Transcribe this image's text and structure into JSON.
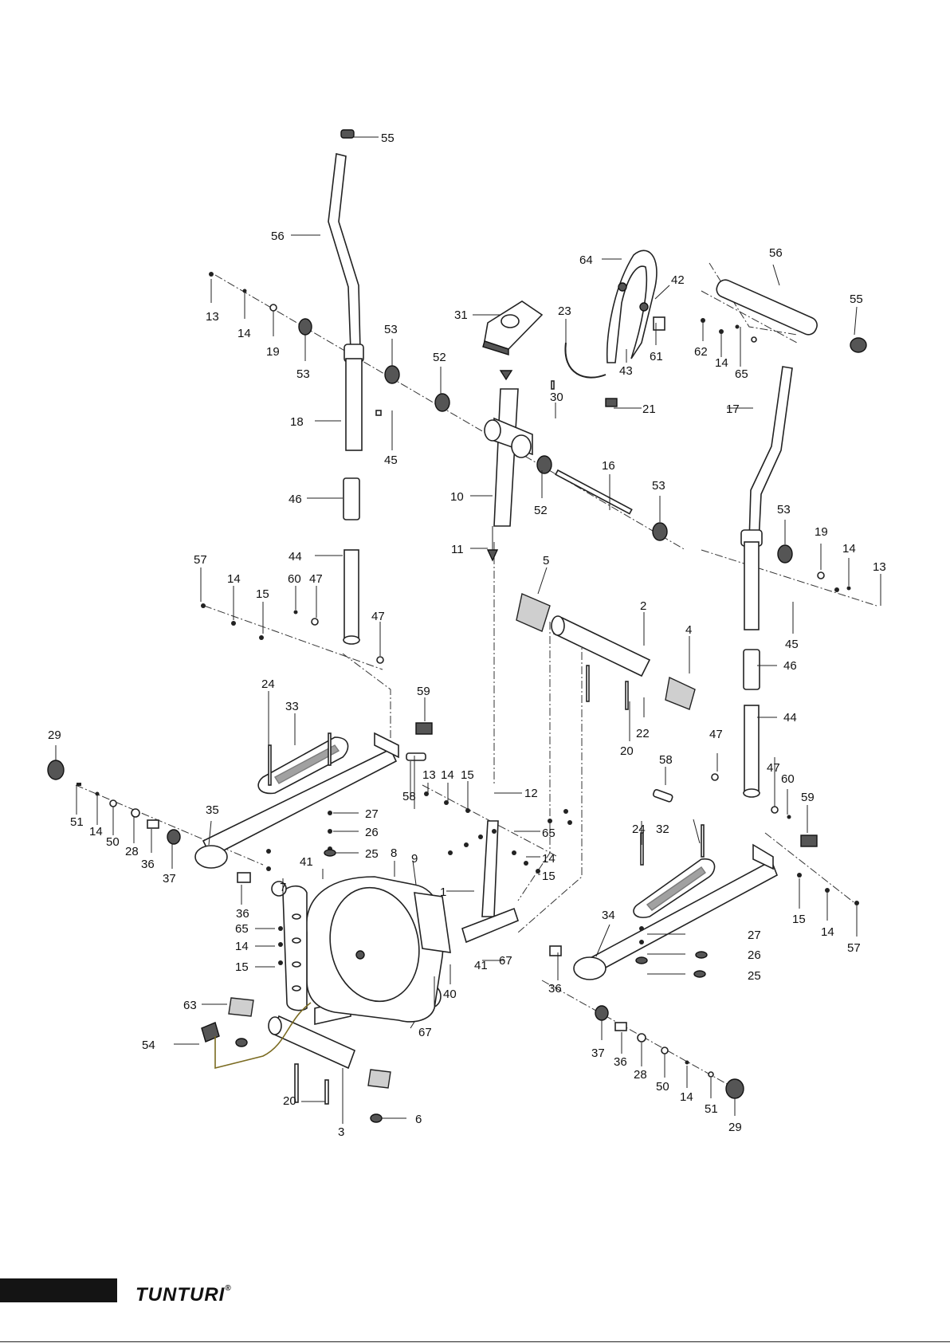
{
  "footer": {
    "brand": "TUNTURI",
    "brand_mark": "®"
  },
  "callouts": {
    "c55a": "55",
    "c56a": "56",
    "c13a": "13",
    "c14a": "14",
    "c19a": "19",
    "c53a": "53",
    "c53b": "53",
    "c52a": "52",
    "c31": "31",
    "c23": "23",
    "c64": "64",
    "c42": "42",
    "c56b": "56",
    "c55b": "55",
    "c61": "61",
    "c62": "62",
    "c14b": "14",
    "c65a": "65",
    "c43": "43",
    "c21": "21",
    "c30": "30",
    "c18": "18",
    "c45a": "45",
    "c17": "17",
    "c46a": "46",
    "c10": "10",
    "c52b": "52",
    "c16": "16",
    "c53c": "53",
    "c53d": "53",
    "c19b": "19",
    "c14c": "14",
    "c13b": "13",
    "c11": "11",
    "c44a": "44",
    "c57a": "57",
    "c14d": "14",
    "c15a": "15",
    "c60a": "60",
    "c47a": "47",
    "c47b": "47",
    "c5": "5",
    "c2": "2",
    "c4": "4",
    "c45b": "45",
    "c46b": "46",
    "c24a": "24",
    "c33": "33",
    "c59a": "59",
    "c29a": "29",
    "c22": "22",
    "c20a": "20",
    "c44b": "44",
    "c47c": "47",
    "c58a": "58",
    "c13c": "13",
    "c14e": "14",
    "c15b": "15",
    "c12": "12",
    "c47d": "47",
    "c60b": "60",
    "c59b": "59",
    "c51a": "51",
    "c14f": "14",
    "c50a": "50",
    "c28a": "28",
    "c36a": "36",
    "c37a": "37",
    "c35": "35",
    "c27a": "27",
    "c26a": "26",
    "c25a": "25",
    "c58b": "58",
    "c65b": "65",
    "c14g": "14",
    "c15c": "15",
    "c24b": "24",
    "c32": "32",
    "c41a": "41",
    "c8": "8",
    "c9": "9",
    "c1": "1",
    "c36b": "36",
    "c7": "7",
    "c65c": "65",
    "c14h": "14",
    "c15d": "15",
    "c34": "34",
    "c15e": "15",
    "c14i": "14",
    "c57b": "57",
    "c27b": "27",
    "c26b": "26",
    "c25b": "25",
    "c67a": "67",
    "c41b": "41",
    "c40": "40",
    "c36c": "36",
    "c63": "63",
    "c54": "54",
    "c67b": "67",
    "c37b": "37",
    "c36d": "36",
    "c28b": "28",
    "c50b": "50",
    "c14j": "14",
    "c51b": "51",
    "c29b": "29",
    "c20b": "20",
    "c3": "3",
    "c6": "6"
  }
}
